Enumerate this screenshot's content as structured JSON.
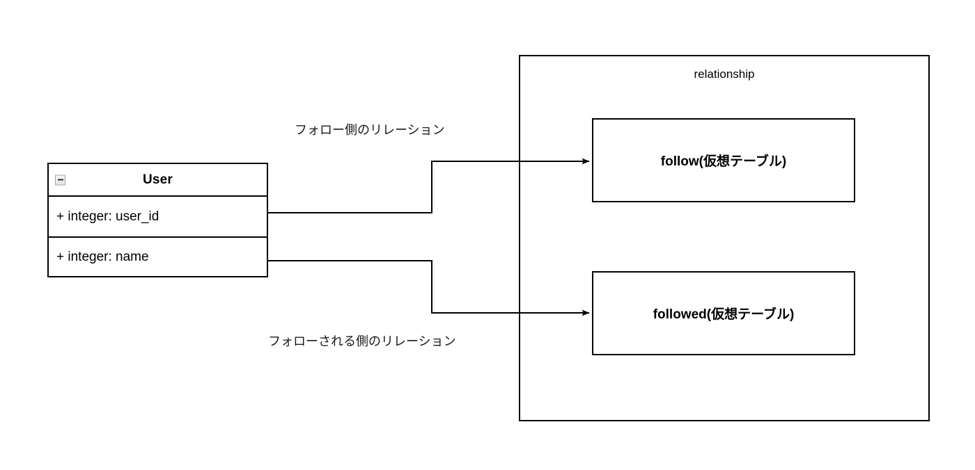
{
  "diagram": {
    "type": "uml-class-relationship-diagram",
    "background_color": "#ffffff",
    "line_color": "#000000"
  },
  "uml_class": {
    "name": "User",
    "collapse_icon": "minus-collapse-icon",
    "attributes": [
      {
        "visibility": "+",
        "type": "integer",
        "name": "user_id",
        "text": "+ integer: user_id"
      },
      {
        "visibility": "+",
        "type": "integer",
        "name": "name",
        "text": "+ integer: name"
      }
    ]
  },
  "relationship_container": {
    "title": "relationship",
    "tables": [
      {
        "label": "follow(仮想テーブル)",
        "key": "follow"
      },
      {
        "label": "followed(仮想テーブル)",
        "key": "followed"
      }
    ]
  },
  "edges": [
    {
      "label": "フォロー側のリレーション",
      "from": "User.user_id",
      "to": "follow(仮想テーブル)",
      "arrow": "solid-filled-arrowhead"
    },
    {
      "label": "フォローされる側のリレーション",
      "from": "User.name",
      "to": "followed(仮想テーブル)",
      "arrow": "solid-filled-arrowhead"
    }
  ]
}
